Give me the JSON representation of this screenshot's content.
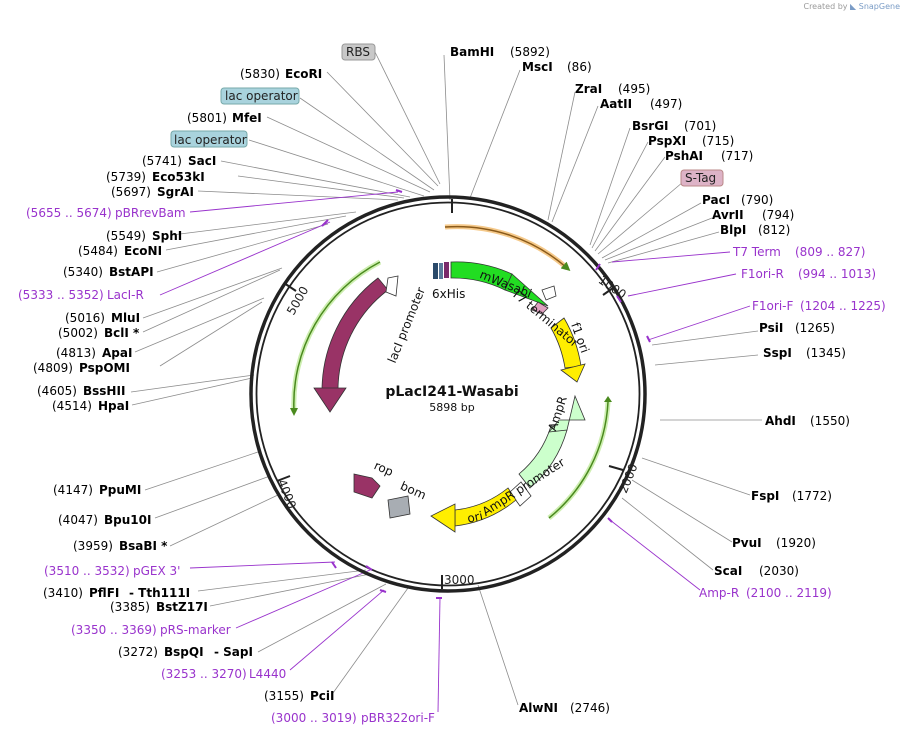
{
  "credit": {
    "prefix": "Created by",
    "brand": "SnapGene"
  },
  "plasmid": {
    "name": "pLacI241-Wasabi",
    "length": "5898 bp"
  },
  "ticks": [
    "1000",
    "2000",
    "3000",
    "4000",
    "5000"
  ],
  "features": {
    "mwasabi": "mWasabi",
    "his": "6xHis",
    "t7term": "T7 terminator",
    "f1ori": "f1 ori",
    "ampr": "AmpR",
    "ampr_promoter": "AmpR promoter",
    "ori": "ori",
    "rop": "rop",
    "bom": "bom",
    "laci": "lacI",
    "laci_promoter": "lacI promoter"
  },
  "boxed_labels": {
    "rbs": "RBS",
    "lac_op_1": "lac operator",
    "lac_op_2": "lac operator",
    "stag": "S-Tag"
  },
  "enzymes_right": [
    {
      "name": "BamHI",
      "pos": "(5892)"
    },
    {
      "name": "MscI",
      "pos": "(86)"
    },
    {
      "name": "ZraI",
      "pos": "(495)"
    },
    {
      "name": "AatII",
      "pos": "(497)"
    },
    {
      "name": "BsrGI",
      "pos": "(701)"
    },
    {
      "name": "PspXI",
      "pos": "(715)"
    },
    {
      "name": "PshAI",
      "pos": "(717)"
    },
    {
      "name": "PacI",
      "pos": "(790)"
    },
    {
      "name": "AvrII",
      "pos": "(794)"
    },
    {
      "name": "BlpI",
      "pos": "(812)"
    },
    {
      "name": "PsiI",
      "pos": "(1265)"
    },
    {
      "name": "SspI",
      "pos": "(1345)"
    },
    {
      "name": "AhdI",
      "pos": "(1550)"
    },
    {
      "name": "FspI",
      "pos": "(1772)"
    },
    {
      "name": "PvuI",
      "pos": "(1920)"
    },
    {
      "name": "ScaI",
      "pos": "(2030)"
    },
    {
      "name": "AlwNI",
      "pos": "(2746)"
    }
  ],
  "enzymes_left": [
    {
      "name": "EcoRI",
      "pos": "(5830)"
    },
    {
      "name": "MfeI",
      "pos": "(5801)"
    },
    {
      "name": "SacI",
      "pos": "(5741)"
    },
    {
      "name": "Eco53kI",
      "pos": "(5739)"
    },
    {
      "name": "SgrAI",
      "pos": "(5697)"
    },
    {
      "name": "SphI",
      "pos": "(5549)"
    },
    {
      "name": "EcoNI",
      "pos": "(5484)"
    },
    {
      "name": "BstAPI",
      "pos": "(5340)"
    },
    {
      "name": "MluI",
      "pos": "(5016)"
    },
    {
      "name": "BclI *",
      "pos": "(5002)"
    },
    {
      "name": "ApaI",
      "pos": "(4813)"
    },
    {
      "name": "PspOMI",
      "pos": "(4809)"
    },
    {
      "name": "BssHII",
      "pos": "(4605)"
    },
    {
      "name": "HpaI",
      "pos": "(4514)"
    },
    {
      "name": "PpuMI",
      "pos": "(4147)"
    },
    {
      "name": "Bpu10I",
      "pos": "(4047)"
    },
    {
      "name": "BsaBI *",
      "pos": "(3959)"
    },
    {
      "name": "PflFI",
      "pos": "(3410)"
    },
    {
      "name": "- Tth111I",
      "pos": ""
    },
    {
      "name": "BstZ17I",
      "pos": "(3385)"
    },
    {
      "name": "BspQI",
      "pos": "(3272)"
    },
    {
      "name": "- SapI",
      "pos": ""
    },
    {
      "name": "PciI",
      "pos": "(3155)"
    }
  ],
  "primers": [
    {
      "name": "T7 Term",
      "range": "(809 .. 827)"
    },
    {
      "name": "F1ori-R",
      "range": "(994 .. 1013)"
    },
    {
      "name": "F1ori-F",
      "range": "(1204 .. 1225)"
    },
    {
      "name": "Amp-R",
      "range": "(2100 .. 2119)"
    },
    {
      "name": "pBR322ori-F",
      "range": "(3000 .. 3019)"
    },
    {
      "name": "L4440",
      "range": "(3253 .. 3270)"
    },
    {
      "name": "pRS-marker",
      "range": "(3350 .. 3369)"
    },
    {
      "name": "pGEX 3'",
      "range": "(3510 .. 3532)"
    },
    {
      "name": "LacI-R",
      "range": "(5333 .. 5352)"
    },
    {
      "name": "pBRrevBam",
      "range": "(5655 .. 5674)"
    }
  ],
  "colors": {
    "backbone": "#222222",
    "enzyme_text": "#000000",
    "primer": "#9933cc",
    "mwasabi": "#22dd22",
    "f1ori": "#ffee00",
    "ampr": "#ccffcc",
    "laci": "#993366",
    "orf_arc": "#4a8a1e",
    "leader": "#8c8c8c"
  }
}
